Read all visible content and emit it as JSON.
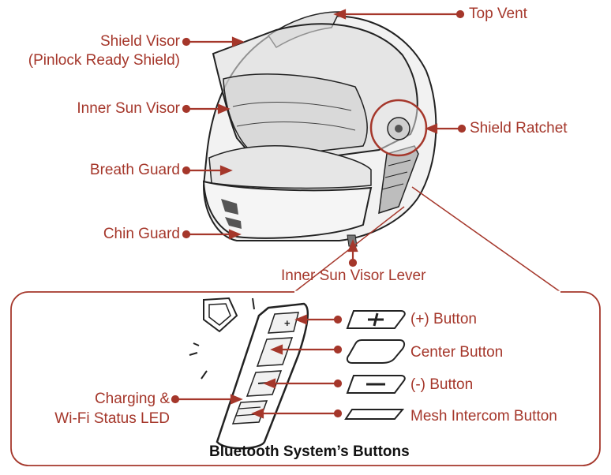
{
  "colors": {
    "accent": "#a5372b",
    "line": "#222222",
    "fill": "#ececec"
  },
  "labels": {
    "top_vent": "Top Vent",
    "shield_visor": "Shield Visor",
    "shield_visor_sub": "(Pinlock Ready Shield)",
    "inner_sun_visor": "Inner Sun Visor",
    "shield_ratchet": "Shield Ratchet",
    "breath_guard": "Breath Guard",
    "chin_guard": "Chin Guard",
    "inner_sun_visor_lever": "Inner Sun Visor Lever"
  },
  "buttons_panel": {
    "title": "Bluetooth System’s Buttons",
    "led_line1": "Charging &",
    "led_line2": "Wi-Fi Status LED",
    "buttons": [
      {
        "name": "plus",
        "label": "(+) Button",
        "glyph": "+"
      },
      {
        "name": "center",
        "label": "Center Button",
        "glyph": ""
      },
      {
        "name": "minus",
        "label": "(-) Button",
        "glyph": "−"
      },
      {
        "name": "mesh",
        "label": "Mesh Intercom Button",
        "glyph": ""
      }
    ]
  }
}
